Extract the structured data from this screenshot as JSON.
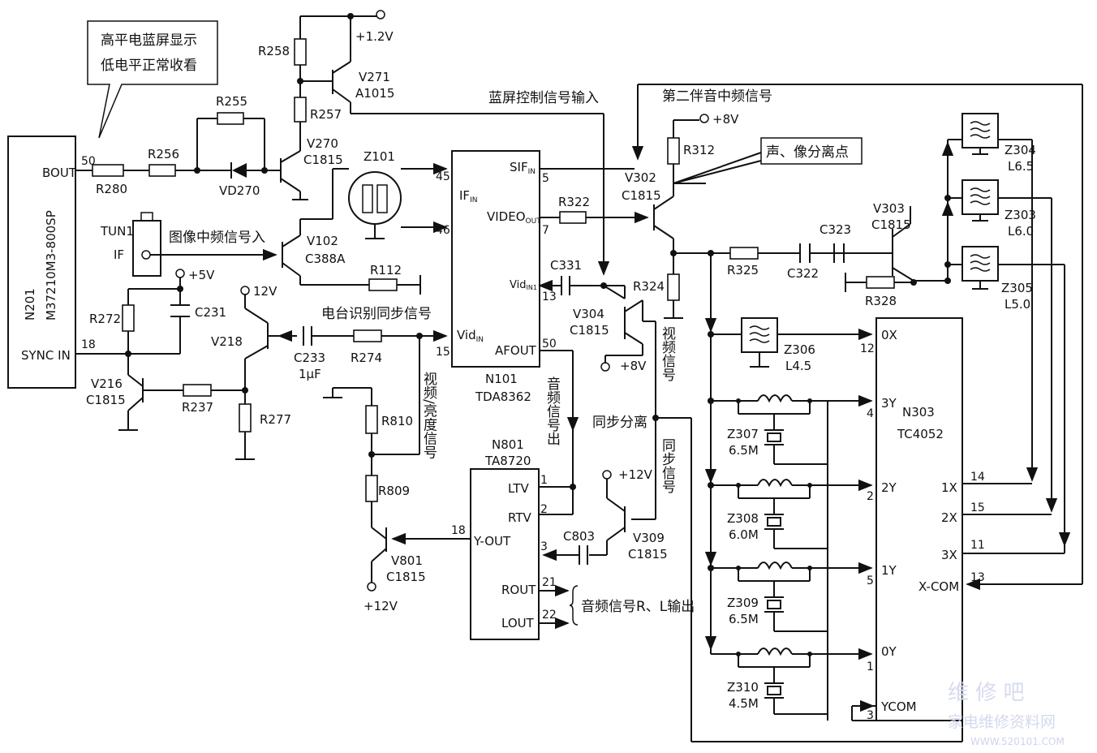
{
  "chips": {
    "n201": {
      "name": "N201",
      "part": "M37210M3-800SP",
      "pins": {
        "bout": "BOUT",
        "bout_num": "50",
        "sync": "SYNC IN",
        "sync_num": "18"
      }
    },
    "n101": {
      "name": "N101",
      "part": "TDA8362",
      "pins": {
        "ifin": "IF",
        "ifin_sub": "IN",
        "ifin_num": "45",
        "ifin2_num": "46",
        "sifin": "SIF",
        "sifin_sub": "IN",
        "sifin_num": "5",
        "vidout": "VIDEO",
        "vidout_sub": "OUT",
        "vidout_num": "7",
        "vidin1": "Vid",
        "vidin1_sub": "IN1",
        "vidin1_num": "13",
        "vidin": "Vid",
        "vidin_sub": "IN",
        "vidin_num": "15",
        "afout": "AFOUT",
        "afout_num": "50"
      }
    },
    "n801": {
      "name": "N801",
      "part": "TA8720",
      "pins": {
        "ltv": "LTV",
        "ltv_num": "1",
        "rtv": "RTV",
        "rtv_num": "2",
        "yout": "Y-OUT",
        "yout_num": "18",
        "c3_num": "3",
        "rout": "ROUT",
        "rout_num": "21",
        "lout": "LOUT",
        "lout_num": "22"
      }
    },
    "n303": {
      "name": "N303",
      "part": "TC4052",
      "pins": {
        "p0x": "0X",
        "p0x_num": "12",
        "p3y": "3Y",
        "p3y_num": "4",
        "p2y": "2Y",
        "p2y_num": "2",
        "p1y": "1Y",
        "p1y_num": "5",
        "p0y": "0Y",
        "p0y_num": "1",
        "ycom": "YCOM",
        "ycom_num": "3",
        "p1x": "1X",
        "p1x_num": "14",
        "p2x": "2X",
        "p2x_num": "15",
        "p3x": "3X",
        "p3x_num": "11",
        "xcom": "X-COM",
        "xcom_num": "13"
      }
    }
  },
  "resistors": {
    "r258": "R258",
    "r257": "R257",
    "r255": "R255",
    "r256": "R256",
    "r280": "R280",
    "r272": "R272",
    "r237": "R237",
    "r277": "R277",
    "r274": "R274",
    "r112": "R112",
    "r810": "R810",
    "r809": "R809",
    "r322": "R322",
    "r312": "R312",
    "r324": "R324",
    "r325": "R325",
    "r328": "R328"
  },
  "capacitors": {
    "c231": "C231",
    "c233": "C233",
    "c233_val": "1μF",
    "c331": "C331",
    "c323": "C323",
    "c322": "C322",
    "c803": "C803"
  },
  "transistors": {
    "v271": {
      "name": "V271",
      "part": "A1015"
    },
    "v270": {
      "name": "V270",
      "part": "C1815"
    },
    "v102": {
      "name": "V102",
      "part": "C388A"
    },
    "v218": {
      "name": "V218"
    },
    "v216": {
      "name": "V216",
      "part": "C1815"
    },
    "v801": {
      "name": "V801",
      "part": "C1815"
    },
    "v302": {
      "name": "V302",
      "part": "C1815"
    },
    "v303": {
      "name": "V303",
      "part": "C1815"
    },
    "v304": {
      "name": "V304",
      "part": "C1815"
    },
    "v309": {
      "name": "V309",
      "part": "C1815"
    }
  },
  "others": {
    "vd270": "VD270",
    "z101": "Z101",
    "tun1": "TUN1",
    "tun_if": "IF"
  },
  "filters": {
    "z304": {
      "name": "Z304",
      "val": "L6.5"
    },
    "z303": {
      "name": "Z303",
      "val": "L6.0"
    },
    "z305": {
      "name": "Z305",
      "val": "L5.0"
    },
    "z306": {
      "name": "Z306",
      "val": "L4.5"
    },
    "z307": {
      "name": "Z307",
      "val": "6.5M"
    },
    "z308": {
      "name": "Z308",
      "val": "6.0M"
    },
    "z309": {
      "name": "Z309",
      "val": "6.5M"
    },
    "z310": {
      "name": "Z310",
      "val": "4.5M"
    }
  },
  "supplies": {
    "p12v_top": "+1.2V",
    "p5v": "+5V",
    "p12v": "12V",
    "p8v_top": "+8V",
    "p8v_bot": "+8V",
    "p12v_v309": "+12V",
    "p12v_v801": "+12V"
  },
  "annotations": {
    "callout_l1": "高平电蓝屏显示",
    "callout_l2": "低电平正常收看",
    "blue_ctrl": "蓝屏控制信号输入",
    "second_sound": "第二伴音中频信号",
    "sound_sep": "声、像分离点",
    "pic_if": "图像中频信号入",
    "station_sync": "电台识别同步信号",
    "video_luma": "视频/亮度信号",
    "audio_out": "音频信号出",
    "sync_sep": "同步分离",
    "video_sig": "视频信号",
    "sync_sig": "同步信号",
    "audio_rl": "音频信号R、L输出"
  },
  "watermark": {
    "line1": "维 修 吧",
    "line2": "家电维修资料网",
    "line3": "WWW.520101.COM"
  }
}
